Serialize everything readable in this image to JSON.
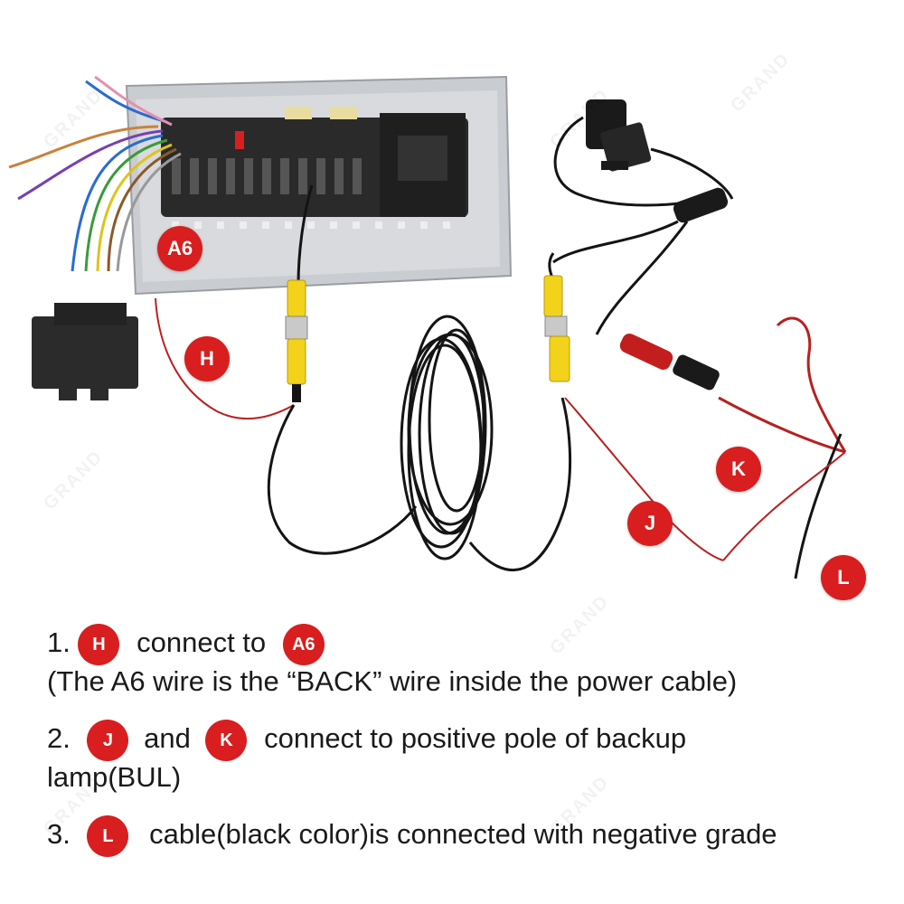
{
  "badges": {
    "a6": "A6",
    "h": "H",
    "j": "J",
    "k": "K",
    "l": "L"
  },
  "instructions": {
    "step1": {
      "num": "1.",
      "badge_h": "H",
      "text": "connect to",
      "badge_a6": "A6",
      "note": "(The A6 wire is the “BACK” wire inside the power cable)"
    },
    "step2": {
      "num": "2.",
      "badge_j": "J",
      "and": "and",
      "badge_k": "K",
      "text": "connect to positive pole of backup",
      "text2": "lamp(BUL)"
    },
    "step3": {
      "num": "3.",
      "badge_l": "L",
      "text": "cable(black color)is connected with negative grade"
    }
  },
  "watermark": "GRAND",
  "colors": {
    "badge": "#d81e1e",
    "rca_yellow": "#f2d21b",
    "red_wire": "#b8211f",
    "black_cable": "#141414"
  }
}
